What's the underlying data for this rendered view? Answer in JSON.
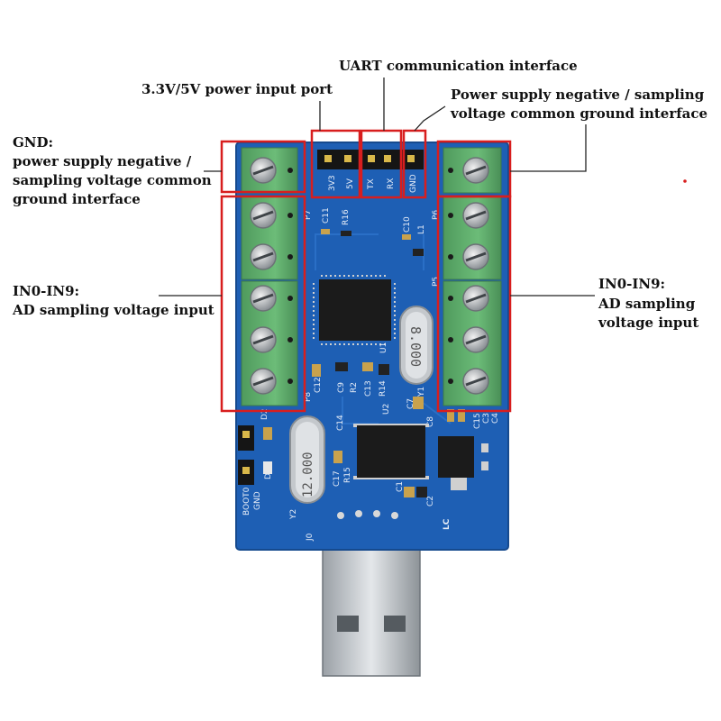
{
  "labels": {
    "uart": "UART communication interface",
    "power_port": "3.3V/5V power input port",
    "gnd_right": "Power supply negative / sampling\nvoltage common ground interface",
    "gnd_left_title": "GND:",
    "gnd_left_body": "power supply negative /\nsampling voltage common\nground interface",
    "in_left_title": "IN0-IN9:",
    "in_left_body": "AD sampling voltage input",
    "in_right_title": "IN0-IN9:",
    "in_right_body": "AD sampling\nvoltage input"
  },
  "silkscreen": {
    "pin_3v3": "3V3",
    "pin_5v": "5V",
    "pin_tx": "TX",
    "pin_rx": "RX",
    "pin_gnd": "GND",
    "crystal_main": "8.000",
    "crystal_usb": "12.000",
    "mcu_ref": "U1",
    "usb_chip_ref": "U2",
    "brand": "LC",
    "port_left_top": "P7",
    "port_right_top": "P6",
    "port_right_mid": "P5",
    "port_left_bottom": "P8",
    "boot0": "BOOT0",
    "gnd_small": "GND",
    "j0": "J0",
    "y1": "Y1",
    "y2": "Y2",
    "c7": "C7",
    "c8": "C8",
    "d1": "D1",
    "comp_c11": "C11",
    "comp_r16": "R16",
    "comp_c10": "C10",
    "comp_l1": "L1",
    "comp_c12": "C12",
    "comp_c9": "C9",
    "comp_r2": "R2",
    "comp_c13": "C13",
    "comp_r14": "R14",
    "comp_c14": "C14",
    "comp_c15": "C15",
    "comp_c3": "C3",
    "comp_c4": "C4",
    "comp_c1": "C1",
    "comp_c2": "C2",
    "comp_c17": "C17",
    "comp_r15": "R15",
    "comp_d2": "D2"
  },
  "colors": {
    "pcb": "#1e5fb4",
    "terminal": "#5fa86c",
    "highlight": "#d81e1e"
  }
}
